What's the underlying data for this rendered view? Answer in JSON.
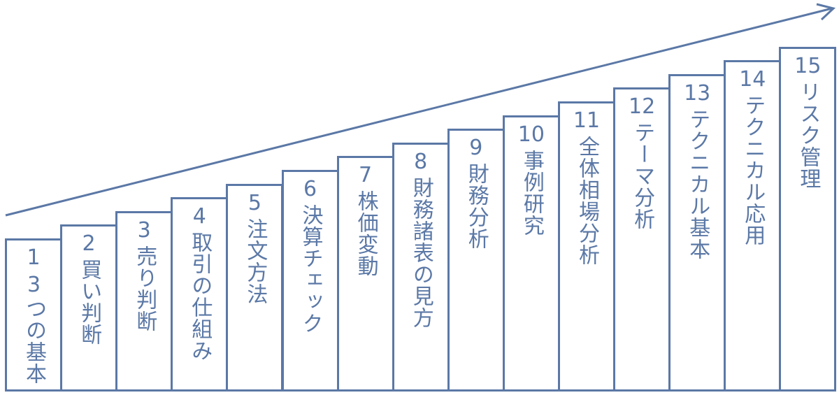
{
  "colors": {
    "stroke": "#5b78a6"
  },
  "steps": [
    {
      "number": "1",
      "label": "3つの基本"
    },
    {
      "number": "2",
      "label": "買い判断"
    },
    {
      "number": "3",
      "label": "売り判断"
    },
    {
      "number": "4",
      "label": "取引の仕組み"
    },
    {
      "number": "5",
      "label": "注文方法"
    },
    {
      "number": "6",
      "label": "決算チェック"
    },
    {
      "number": "7",
      "label": "株価変動"
    },
    {
      "number": "8",
      "label": "財務諸表の見方"
    },
    {
      "number": "9",
      "label": "財務分析"
    },
    {
      "number": "10",
      "label": "事例研究"
    },
    {
      "number": "11",
      "label": "全体相場分析"
    },
    {
      "number": "12",
      "label": "テーマ分析"
    },
    {
      "number": "13",
      "label": "テクニカル基本"
    },
    {
      "number": "14",
      "label": "テクニカル応用"
    },
    {
      "number": "15",
      "label": "リスク管理"
    }
  ]
}
